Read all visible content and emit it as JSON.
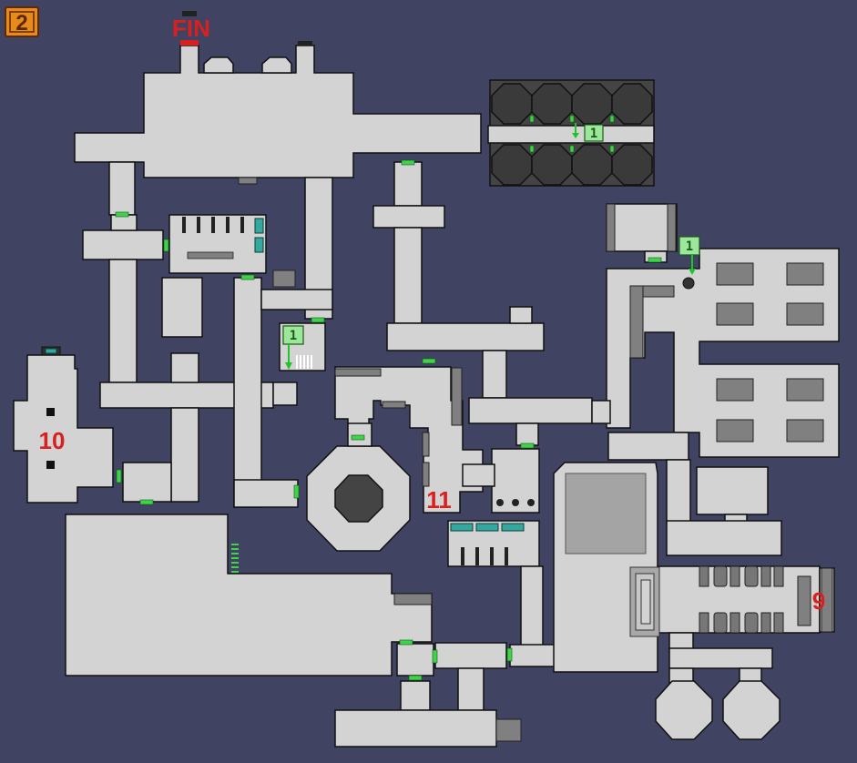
{
  "map": {
    "level_badge": "2",
    "labels": {
      "fin": "FIN",
      "room_9": "9",
      "room_10": "10",
      "room_11": "11"
    },
    "key_markers": [
      "1",
      "1",
      "1"
    ],
    "colors": {
      "background": "#414363",
      "floor": "#d3d3d3",
      "door": "#3fd24a",
      "label": "#d8201f",
      "badge": "#e88a1d",
      "key": "#9de79c",
      "teleporter": "#34a89e"
    }
  }
}
